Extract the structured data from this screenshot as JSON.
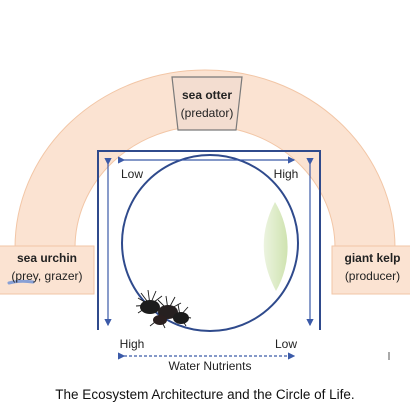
{
  "nodes": {
    "predator": {
      "name": "sea otter",
      "role": "(predator)"
    },
    "grazer": {
      "name": "sea urchin",
      "role": "(prey, grazer)"
    },
    "producer": {
      "name": "giant kelp",
      "role": "(producer)"
    }
  },
  "gradient": {
    "top_left": "Low",
    "top_right": "High",
    "bottom_left": "High",
    "bottom_right": "Low",
    "axis_label": "Water Nutrients"
  },
  "caption": "The Ecosystem Architecture and the Circle of Life.",
  "colors": {
    "arch_fill": "#fbe3d2",
    "arch_stroke": "#f2c6a6",
    "frame": "#2f4a8c",
    "arrow": "#3b5aa8",
    "kelp": "#cfe3b0",
    "otter_box": "#f3ddd0",
    "otter_stroke": "#7a7a7a"
  }
}
